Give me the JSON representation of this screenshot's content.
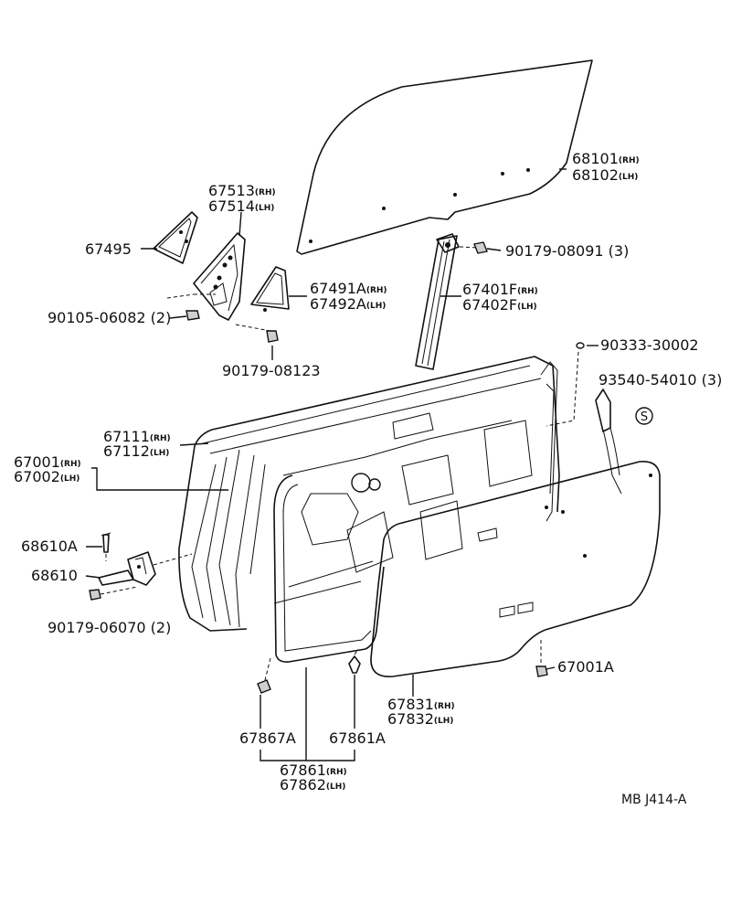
{
  "diagram": {
    "code": "MB J414-A",
    "parts": [
      {
        "key": "p68101",
        "num": "68101",
        "suffix": "(RH)"
      },
      {
        "key": "p68102",
        "num": "68102",
        "suffix": "(LH)"
      },
      {
        "key": "p67513",
        "num": "67513",
        "suffix": "(RH)"
      },
      {
        "key": "p67514",
        "num": "67514",
        "suffix": "(LH)"
      },
      {
        "key": "p67495",
        "num": "67495",
        "suffix": ""
      },
      {
        "key": "p90179_08091",
        "num": "90179-08091",
        "suffix": "(3)"
      },
      {
        "key": "p67491A",
        "num": "67491A",
        "suffix": "(RH)"
      },
      {
        "key": "p67492A",
        "num": "67492A",
        "suffix": "(LH)"
      },
      {
        "key": "p67401F",
        "num": "67401F",
        "suffix": "(RH)"
      },
      {
        "key": "p67402F",
        "num": "67402F",
        "suffix": "(LH)"
      },
      {
        "key": "p90105_06082",
        "num": "90105-06082",
        "suffix": "(2)"
      },
      {
        "key": "p90179_08123",
        "num": "90179-08123",
        "suffix": ""
      },
      {
        "key": "p90333_30002",
        "num": "90333-30002",
        "suffix": ""
      },
      {
        "key": "p93540_54010",
        "num": "93540-54010",
        "suffix": "(3)"
      },
      {
        "key": "p67111",
        "num": "67111",
        "suffix": "(RH)"
      },
      {
        "key": "p67112",
        "num": "67112",
        "suffix": "(LH)"
      },
      {
        "key": "p67001",
        "num": "67001",
        "suffix": "(RH)"
      },
      {
        "key": "p67002",
        "num": "67002",
        "suffix": "(LH)"
      },
      {
        "key": "p68610A",
        "num": "68610A",
        "suffix": ""
      },
      {
        "key": "p68610",
        "num": "68610",
        "suffix": ""
      },
      {
        "key": "p90179_06070",
        "num": "90179-06070",
        "suffix": "(2)"
      },
      {
        "key": "p67001A",
        "num": "67001A",
        "suffix": ""
      },
      {
        "key": "p67831",
        "num": "67831",
        "suffix": "(RH)"
      },
      {
        "key": "p67832",
        "num": "67832",
        "suffix": "(LH)"
      },
      {
        "key": "p67867A",
        "num": "67867A",
        "suffix": ""
      },
      {
        "key": "p67861A",
        "num": "67861A",
        "suffix": ""
      },
      {
        "key": "p67861",
        "num": "67861",
        "suffix": "(RH)"
      },
      {
        "key": "p67862",
        "num": "67862",
        "suffix": "(LH)"
      }
    ],
    "screw_symbol": "S"
  }
}
